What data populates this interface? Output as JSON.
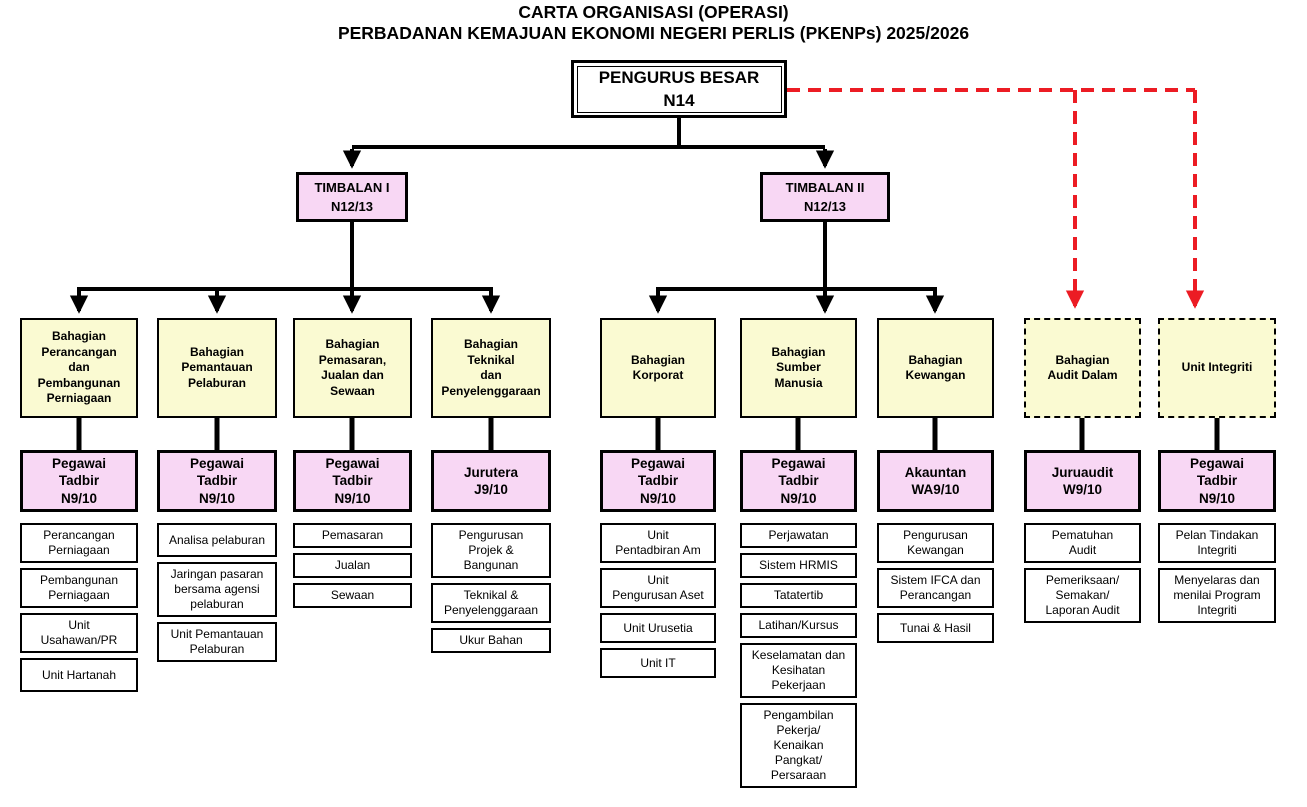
{
  "title": {
    "line1": "CARTA ORGANISASI (OPERASI)",
    "line2": "PERBADANAN KEMAJUAN EKONOMI NEGERI PERLIS (PKENPs) 2025/2026"
  },
  "top_box": {
    "label": "PENGURUS BESAR\nN14"
  },
  "deputies": [
    {
      "label": "TIMBALAN I\nN12/13"
    },
    {
      "label": "TIMBALAN II\nN12/13"
    }
  ],
  "columns": [
    {
      "id": "perancangan-pembangunan-perniagaan",
      "division": "Bahagian\nPerancangan\ndan\nPembangunan\nPerniagaan",
      "officer": "Pegawai\nTadbir\nN9/10",
      "units": [
        "Perancangan\nPerniagaan",
        "Pembangunan\nPerniagaan",
        "Unit\nUsahawan/PR",
        "Unit Hartanah"
      ]
    },
    {
      "id": "pemantauan-pelaburan",
      "division": "Bahagian\nPemantauan\nPelaburan",
      "officer": "Pegawai\nTadbir\nN9/10",
      "units": [
        "Analisa pelaburan",
        "Jaringan pasaran\nbersama agensi\npelaburan",
        "Unit Pemantauan\nPelaburan"
      ]
    },
    {
      "id": "pemasaran-jualan-sewaan",
      "division": "Bahagian\nPemasaran,\nJualan dan\nSewaan",
      "officer": "Pegawai\nTadbir\nN9/10",
      "units": [
        "Pemasaran",
        "Jualan",
        "Sewaan"
      ]
    },
    {
      "id": "teknikal-penyelenggaraan",
      "division": "Bahagian\nTeknikal\ndan\nPenyelenggaraan",
      "officer": "Jurutera\nJ9/10",
      "units": [
        "Pengurusan\nProjek &\nBangunan",
        "Teknikal &\nPenyelenggaraan",
        "Ukur Bahan"
      ]
    },
    {
      "id": "korporat",
      "division": "Bahagian\nKorporat",
      "officer": "Pegawai\nTadbir\nN9/10",
      "units": [
        "Unit\nPentadbiran Am",
        "Unit\nPengurusan Aset",
        "Unit Urusetia",
        "Unit IT"
      ]
    },
    {
      "id": "sumber-manusia",
      "division": "Bahagian\nSumber\nManusia",
      "officer": "Pegawai\nTadbir\nN9/10",
      "units": [
        "Perjawatan",
        "Sistem HRMIS",
        "Tatatertib",
        "Latihan/Kursus",
        "Keselamatan dan\nKesihatan\nPekerjaan",
        "Pengambilan\nPekerja/\nKenaikan\nPangkat/\nPersaraan"
      ]
    },
    {
      "id": "kewangan",
      "division": "Bahagian\nKewangan",
      "officer": "Akauntan\nWA9/10",
      "units": [
        "Pengurusan\nKewangan",
        "Sistem IFCA dan\nPerancangan",
        "Tunai & Hasil"
      ]
    },
    {
      "id": "audit-dalam",
      "division": "Bahagian\nAudit Dalam",
      "officer": "Juruaudit\nW9/10",
      "units": [
        "Pematuhan\nAudit",
        "Pemeriksaan/\nSemakan/\nLaporan Audit"
      ]
    },
    {
      "id": "integriti",
      "division": "Unit Integriti",
      "officer": "Pegawai\nTadbir\nN9/10",
      "units": [
        "Pelan Tindakan\nIntegriti",
        "Menyelaras dan\nmenilai Program\nIntegriti"
      ]
    }
  ],
  "colors": {
    "division_fill": "#FAFAD2",
    "officer_fill": "#F8D7F4",
    "deputy_fill": "#F8D7F4",
    "line": "#000000",
    "dashed_line": "#EC1C24"
  }
}
